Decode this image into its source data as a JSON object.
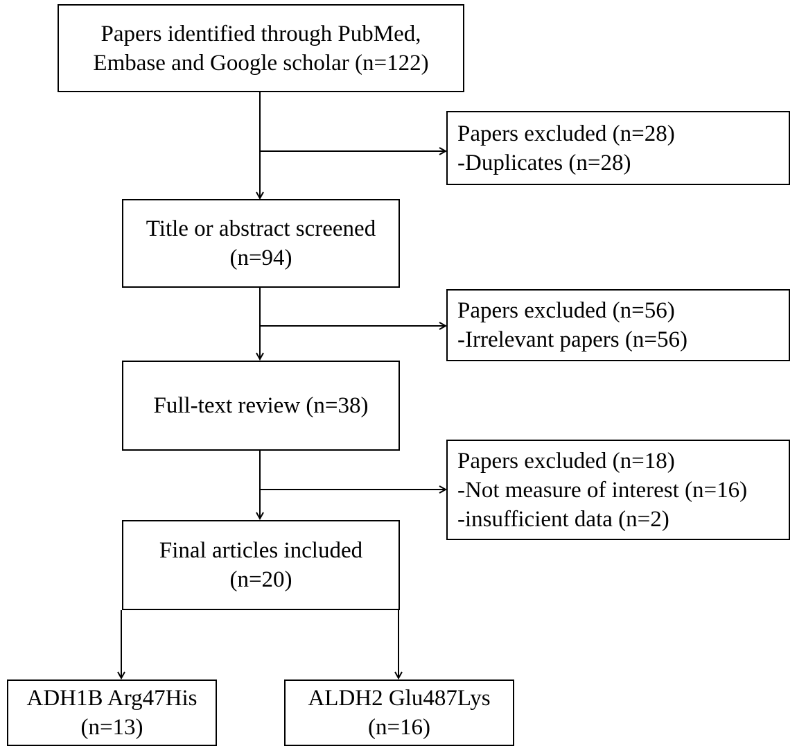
{
  "flow": {
    "identified": {
      "lines": [
        "Papers identified through PubMed,",
        "Embase and Google scholar (n=122)"
      ]
    },
    "excluded_1": {
      "lines": [
        "Papers excluded (n=28)",
        "-Duplicates (n=28)"
      ]
    },
    "screened": {
      "lines": [
        "Title or abstract screened",
        "(n=94)"
      ]
    },
    "excluded_2": {
      "lines": [
        "Papers excluded (n=56)",
        "-Irrelevant papers (n=56)"
      ]
    },
    "fulltext": {
      "lines": [
        "Full-text review (n=38)"
      ]
    },
    "excluded_3": {
      "lines": [
        "Papers excluded (n=18)",
        "-Not measure of interest (n=16)",
        "-insufficient data (n=2)"
      ]
    },
    "final": {
      "lines": [
        "Final articles included",
        "(n=20)"
      ]
    },
    "adh1b": {
      "lines": [
        "ADH1B Arg47His",
        "(n=13)"
      ]
    },
    "aldh2": {
      "lines": [
        "ALDH2 Glu487Lys",
        "(n=16)"
      ]
    }
  }
}
